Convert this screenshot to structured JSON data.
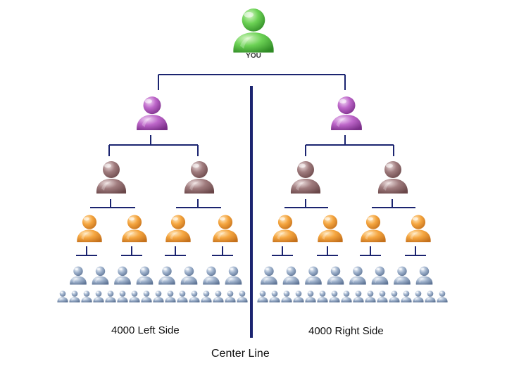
{
  "labels": {
    "you": "YOU",
    "left_side": "4000 Left Side",
    "right_side": "4000 Right Side",
    "center_line": "Center Line"
  },
  "icon": "person-icon",
  "colors": {
    "connector": "#1b2470",
    "you": "#5fc84a",
    "level1": "#b85fc4",
    "level2": "#9a7274",
    "level3": "#f2a03a",
    "level4": "#93a9c6",
    "level5": "#8b9ebb"
  },
  "structure": {
    "left_side_count": 4000,
    "right_side_count": 4000,
    "branching": 2
  }
}
